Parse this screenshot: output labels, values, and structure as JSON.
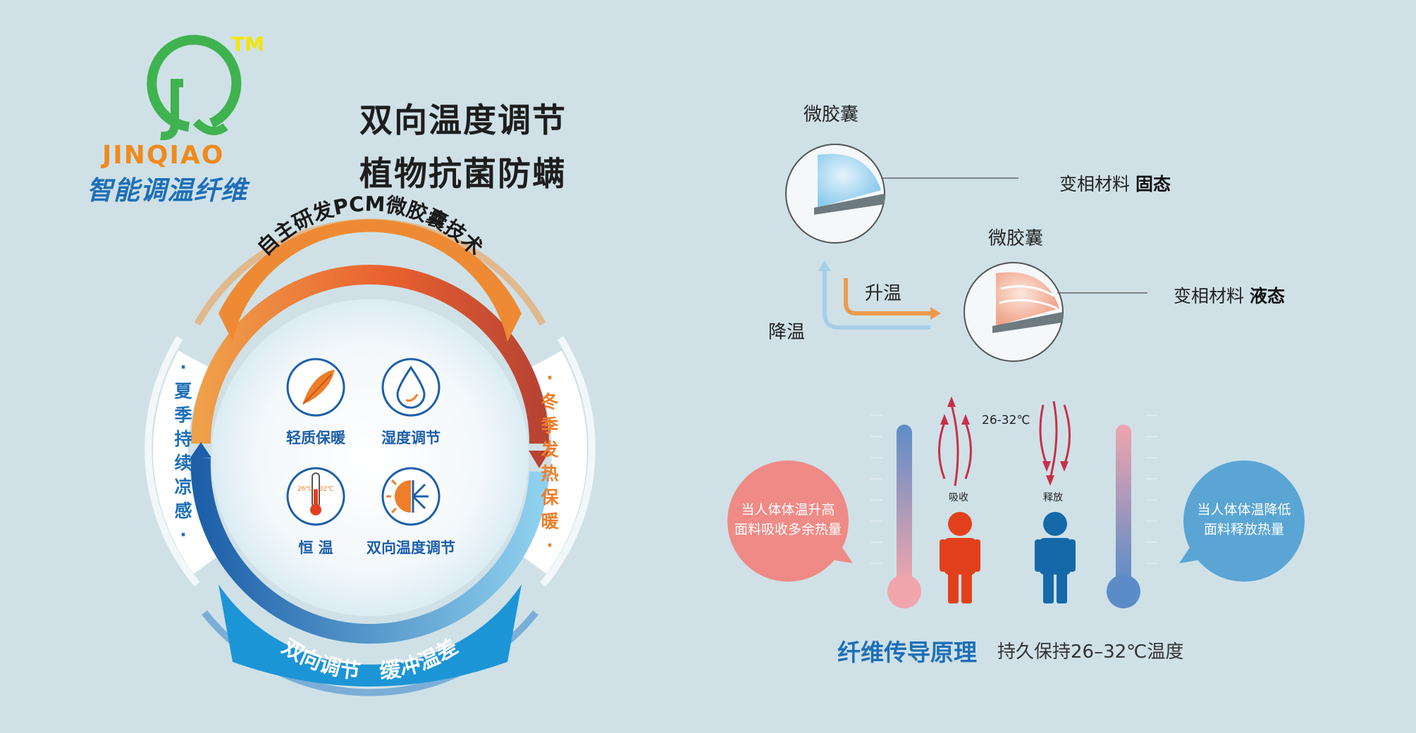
{
  "logo": {
    "trademark": "TM",
    "brand": "JINQIAO",
    "tagline": "智能调温纤维"
  },
  "headline": {
    "line1": "双向温度调节",
    "line2": "植物抗菌防螨"
  },
  "ring": {
    "top_banner": "自主研发PCM微胶囊技术",
    "bottom_banner": "双向调节　缓冲温差",
    "left_text": "夏季持续凉感",
    "right_text": "冬季发热保暖",
    "features": [
      {
        "label": "轻质保暖",
        "icon": "feather-icon"
      },
      {
        "label": "湿度调节",
        "icon": "water-drop-icon"
      },
      {
        "label": "恒  温",
        "icon": "thermometer-icon",
        "icon_text": "26℃ - 32℃"
      },
      {
        "label": "双向温度调节",
        "icon": "sun-snowflake-icon"
      }
    ],
    "colors": {
      "orange": "#ee7e2a",
      "red": "#c7432f",
      "blue": "#1d6fb8",
      "light_blue": "#7bc3e8"
    }
  },
  "phase": {
    "capsule_label_1": "微胶囊",
    "capsule_label_2": "微胶囊",
    "solid_prefix": "变相材料",
    "solid_state": "固态",
    "liquid_prefix": "变相材料",
    "liquid_state": "液态",
    "heat_up": "升温",
    "cool_down": "降温"
  },
  "conduction": {
    "range_label": "26-32℃",
    "absorb_label": "吸收",
    "release_label": "释放",
    "left_bubble_line1": "当人体体温升高",
    "left_bubble_line2": "面料吸收多余热量",
    "right_bubble_line1": "当人体体温降低",
    "right_bubble_line2": "面料释放热量",
    "footer_title": "纤维传导原理",
    "footer_sub": "持久保持26–32℃温度",
    "colors": {
      "hot": "#e2401d",
      "cold": "#1569a8",
      "left_bubble": "#ef8a86",
      "right_bubble": "#5aa5d4"
    }
  }
}
